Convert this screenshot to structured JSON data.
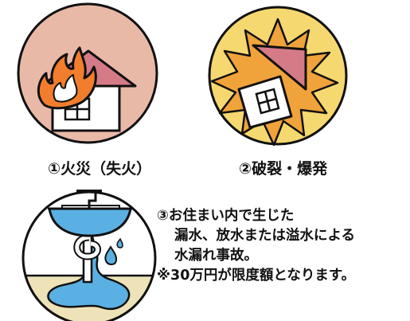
{
  "items": [
    {
      "caption": "①火災（失火）",
      "icon": "fire-house-icon"
    },
    {
      "caption": "②破裂・爆発",
      "icon": "explosion-house-icon"
    },
    {
      "icon": "water-leak-sink-icon",
      "lines": [
        "③お住まい内で生じた",
        "漏水、放水または溢水による",
        "水漏れ事故。",
        "※30万円が限度額となります。"
      ]
    }
  ],
  "colors": {
    "fire_circle": "#e9b9a8",
    "burst_circle": "#f6d870",
    "burst_star": "#f0a33a",
    "water_circle_top": "#ffffff",
    "water_floor": "#eee2b8",
    "roof": "#d57a87",
    "flame": "#f17d2d",
    "water": "#5ab0e2",
    "outline": "#111111"
  }
}
